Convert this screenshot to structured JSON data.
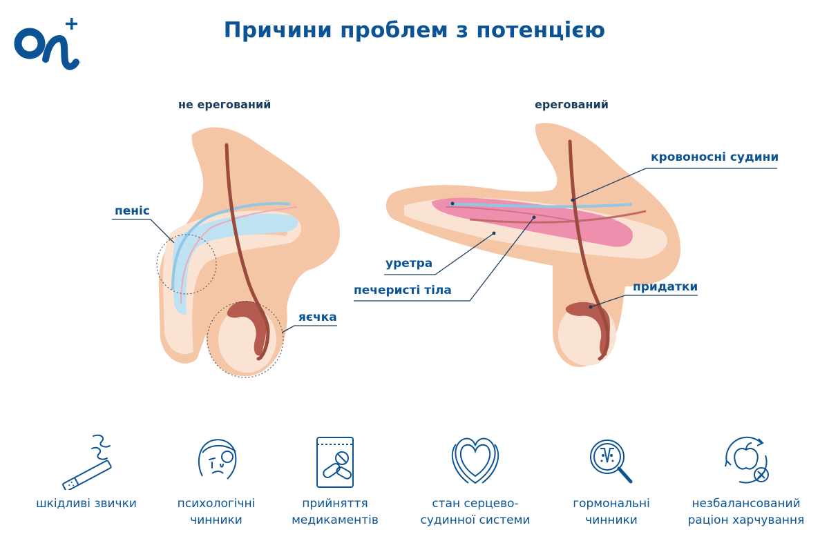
{
  "header": {
    "logo_text": "On+",
    "title": "Причини проблем з потенцією"
  },
  "diagram": {
    "left_caption": "не ерегований",
    "right_caption": "ерегований",
    "labels": {
      "penis": "пеніс",
      "testicles": "яєчка",
      "blood_vessels": "кровоносні судини",
      "urethra": "уретра",
      "cavernous_bodies": "печеристі тіла",
      "epididymis": "придатки"
    },
    "colors": {
      "skin": "#f5c6a6",
      "skin_light": "#fbe3d4",
      "vessel": "#9b4a3e",
      "blue_vessel": "#8fc7e6",
      "pink_tissue": "#ef8fae",
      "accent": "#0b5394",
      "line": "#1c3d5e"
    }
  },
  "causes": [
    {
      "icon": "cigarette-icon",
      "label": "шкідливі звички"
    },
    {
      "icon": "sad-face-icon",
      "label": "психологічні чинники"
    },
    {
      "icon": "pill-bag-icon",
      "label": "прийняття медикаментів"
    },
    {
      "icon": "heart-icon",
      "label": "стан серцево-судинної системи"
    },
    {
      "icon": "hormone-magnifier-icon",
      "label": "гормональні чинники"
    },
    {
      "icon": "apple-cycle-icon",
      "label": "незбалансований раціон харчування"
    }
  ]
}
